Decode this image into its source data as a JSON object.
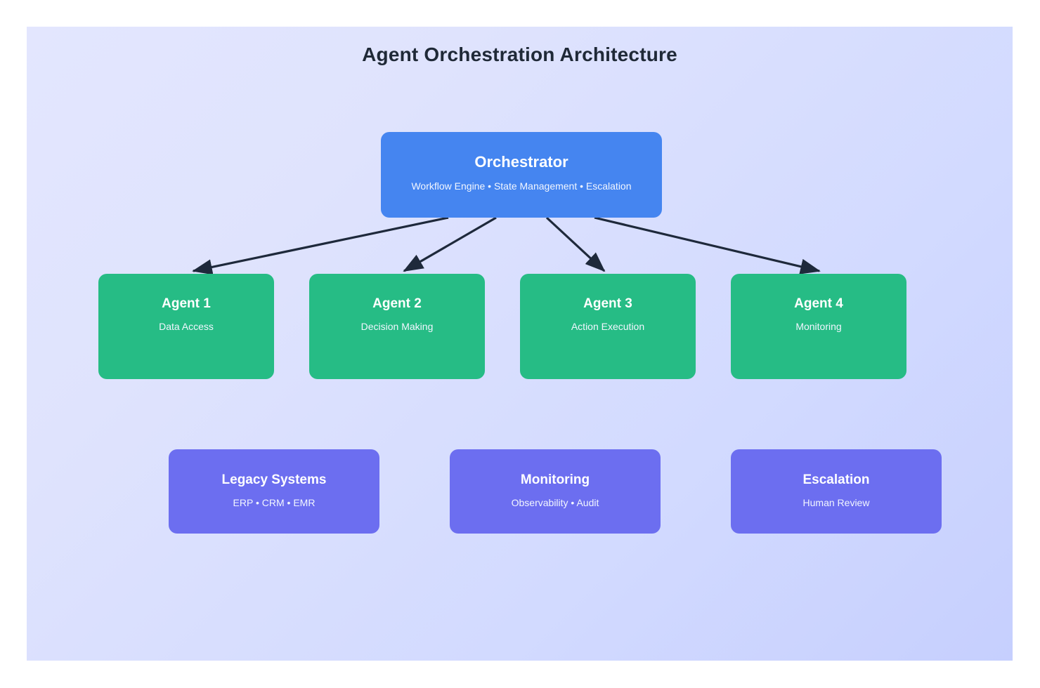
{
  "diagram": {
    "title": "Agent Orchestration Architecture",
    "title_color": "#1f2937",
    "canvas_gradient_from": "#e3e6fe",
    "canvas_gradient_to": "#c6cffe",
    "connector_color": "#1e293b"
  },
  "orchestrator": {
    "title": "Orchestrator",
    "subtitle": "Workflow Engine • State Management • Escalation",
    "color": "#4585f0"
  },
  "agents": {
    "color": "#26bc85",
    "items": [
      {
        "title": "Agent 1",
        "subtitle": "Data Access"
      },
      {
        "title": "Agent 2",
        "subtitle": "Decision Making"
      },
      {
        "title": "Agent 3",
        "subtitle": "Action Execution"
      },
      {
        "title": "Agent 4",
        "subtitle": "Monitoring"
      }
    ]
  },
  "support": {
    "color": "#6c6ef0",
    "items": [
      {
        "title": "Legacy Systems",
        "subtitle": "ERP • CRM • EMR"
      },
      {
        "title": "Monitoring",
        "subtitle": "Observability • Audit"
      },
      {
        "title": "Escalation",
        "subtitle": "Human Review"
      }
    ]
  },
  "connectors": [
    {
      "from": "Orchestrator",
      "to": "Agent 1"
    },
    {
      "from": "Orchestrator",
      "to": "Agent 2"
    },
    {
      "from": "Orchestrator",
      "to": "Agent 3"
    },
    {
      "from": "Orchestrator",
      "to": "Agent 4"
    }
  ]
}
